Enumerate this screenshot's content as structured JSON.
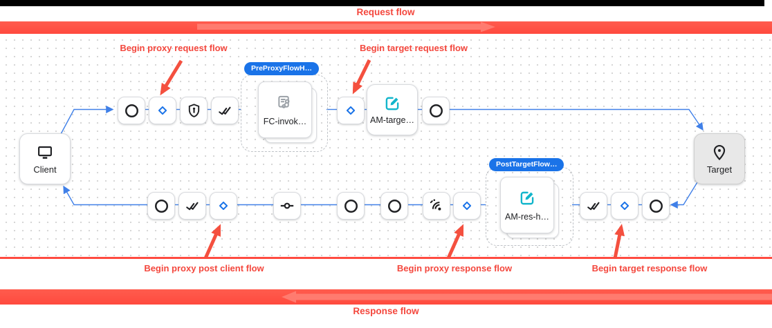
{
  "flow_bars": {
    "request_label": "Request flow",
    "response_label": "Response flow"
  },
  "annotations": {
    "begin_proxy_request": "Begin proxy request flow",
    "begin_target_request": "Begin target request flow",
    "begin_proxy_post_client": "Begin proxy post client flow",
    "begin_proxy_response": "Begin proxy response flow",
    "begin_target_response": "Begin target response flow"
  },
  "canvas": {
    "client_label": "Client",
    "target_label": "Target",
    "am_target_label": "AM-targe…",
    "groups": {
      "pre_proxy": {
        "badge": "PreProxyFlowH…",
        "node_label": "FC-invok…",
        "node_icon": "flow-callout-icon"
      },
      "post_target": {
        "badge": "PostTargetFlow…",
        "node_label": "AM-res-h…",
        "node_icon": "edit-icon"
      }
    },
    "request_row_icons_left_to_right": [
      "circle-step-icon",
      "condition-diamond-icon",
      "shield-icon",
      "double-check-icon",
      "condition-diamond-icon",
      "edit-icon",
      "circle-step-icon"
    ],
    "response_row_icons_left_to_right": [
      "circle-step-icon",
      "double-check-icon",
      "condition-diamond-icon",
      "commit-icon",
      "circle-step-icon",
      "circle-step-icon",
      "signal-icon",
      "condition-diamond-icon",
      "double-check-icon",
      "condition-diamond-icon",
      "circle-step-icon"
    ]
  },
  "colors": {
    "flow_bar_red": "#ff5044",
    "flow_bar_arrow_red": "#ff8377",
    "annotation_red": "#f4473d",
    "annotation_arrow_red": "#f4503f",
    "badge_blue": "#1a73e8",
    "connector_blue": "#4080e8",
    "diamond_blue": "#1a73e8",
    "edit_icon_teal": "#12b5cb",
    "icon_black": "#202124",
    "target_node_gray": "#e8e8e8"
  }
}
